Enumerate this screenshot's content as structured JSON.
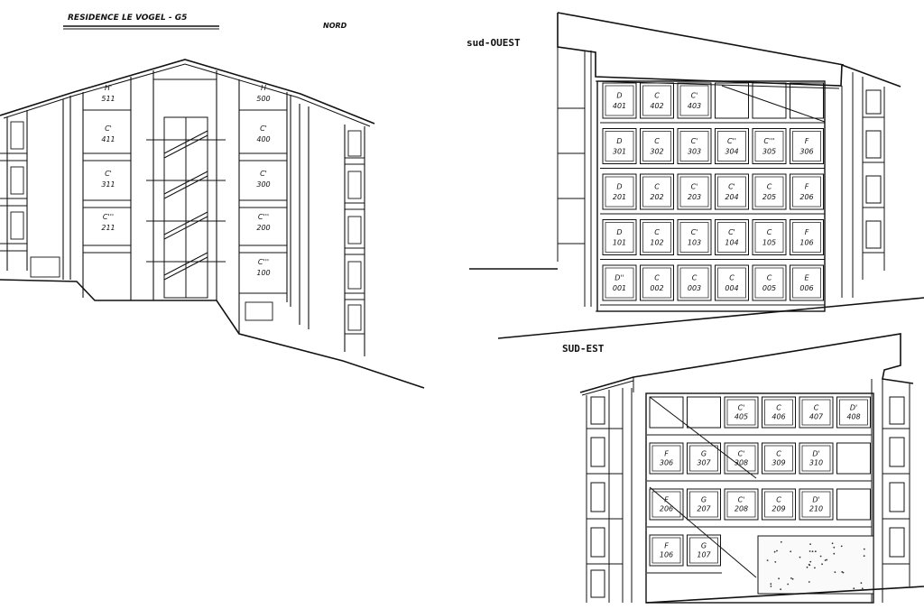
{
  "title": "RESIDENCE LE VOGEL - G5",
  "views": {
    "nord": "NORD",
    "sud_ouest": "sud-OUEST",
    "sud_est": "SUD-EST"
  },
  "nord_units": [
    [
      "H'",
      "511"
    ],
    [
      "H",
      "500"
    ],
    [
      "C'",
      "411"
    ],
    [
      "C'",
      "400"
    ],
    [
      "C'",
      "311"
    ],
    [
      "C'",
      "300"
    ],
    [
      "C'''",
      "211"
    ],
    [
      "C'''",
      "200"
    ],
    [
      "C'''",
      "100"
    ]
  ],
  "sud_ouest_units": [
    [
      [
        "D",
        "401"
      ],
      [
        "C",
        "402"
      ],
      [
        "C'",
        "403"
      ]
    ],
    [
      [
        "D",
        "301"
      ],
      [
        "C",
        "302"
      ],
      [
        "C'",
        "303"
      ],
      [
        "C''",
        "304"
      ],
      [
        "C'''",
        "305"
      ],
      [
        "F",
        "306"
      ]
    ],
    [
      [
        "D",
        "201"
      ],
      [
        "C",
        "202"
      ],
      [
        "C'",
        "203"
      ],
      [
        "C'",
        "204"
      ],
      [
        "C",
        "205"
      ],
      [
        "F",
        "206"
      ]
    ],
    [
      [
        "D",
        "101"
      ],
      [
        "C",
        "102"
      ],
      [
        "C'",
        "103"
      ],
      [
        "C'",
        "104"
      ],
      [
        "C",
        "105"
      ],
      [
        "F",
        "106"
      ]
    ],
    [
      [
        "D''",
        "001"
      ],
      [
        "C",
        "002"
      ],
      [
        "C",
        "003"
      ],
      [
        "C",
        "004"
      ],
      [
        "C",
        "005"
      ],
      [
        "E",
        "006"
      ]
    ]
  ],
  "sud_est_units": [
    [
      [
        "C'",
        "405"
      ],
      [
        "C",
        "406"
      ],
      [
        "C",
        "407"
      ],
      [
        "D'",
        "408"
      ]
    ],
    [
      [
        "F",
        "306"
      ],
      [
        "G",
        "307"
      ],
      [
        "C'",
        "308"
      ],
      [
        "C",
        "309"
      ],
      [
        "D'",
        "310"
      ]
    ],
    [
      [
        "F",
        "206"
      ],
      [
        "G",
        "207"
      ],
      [
        "C'",
        "208"
      ],
      [
        "C",
        "209"
      ],
      [
        "D'",
        "210"
      ]
    ],
    [
      [
        "F",
        "106"
      ],
      [
        "G",
        "107"
      ]
    ]
  ],
  "colors": {
    "ink": "#111111",
    "paper": "#ffffff"
  }
}
